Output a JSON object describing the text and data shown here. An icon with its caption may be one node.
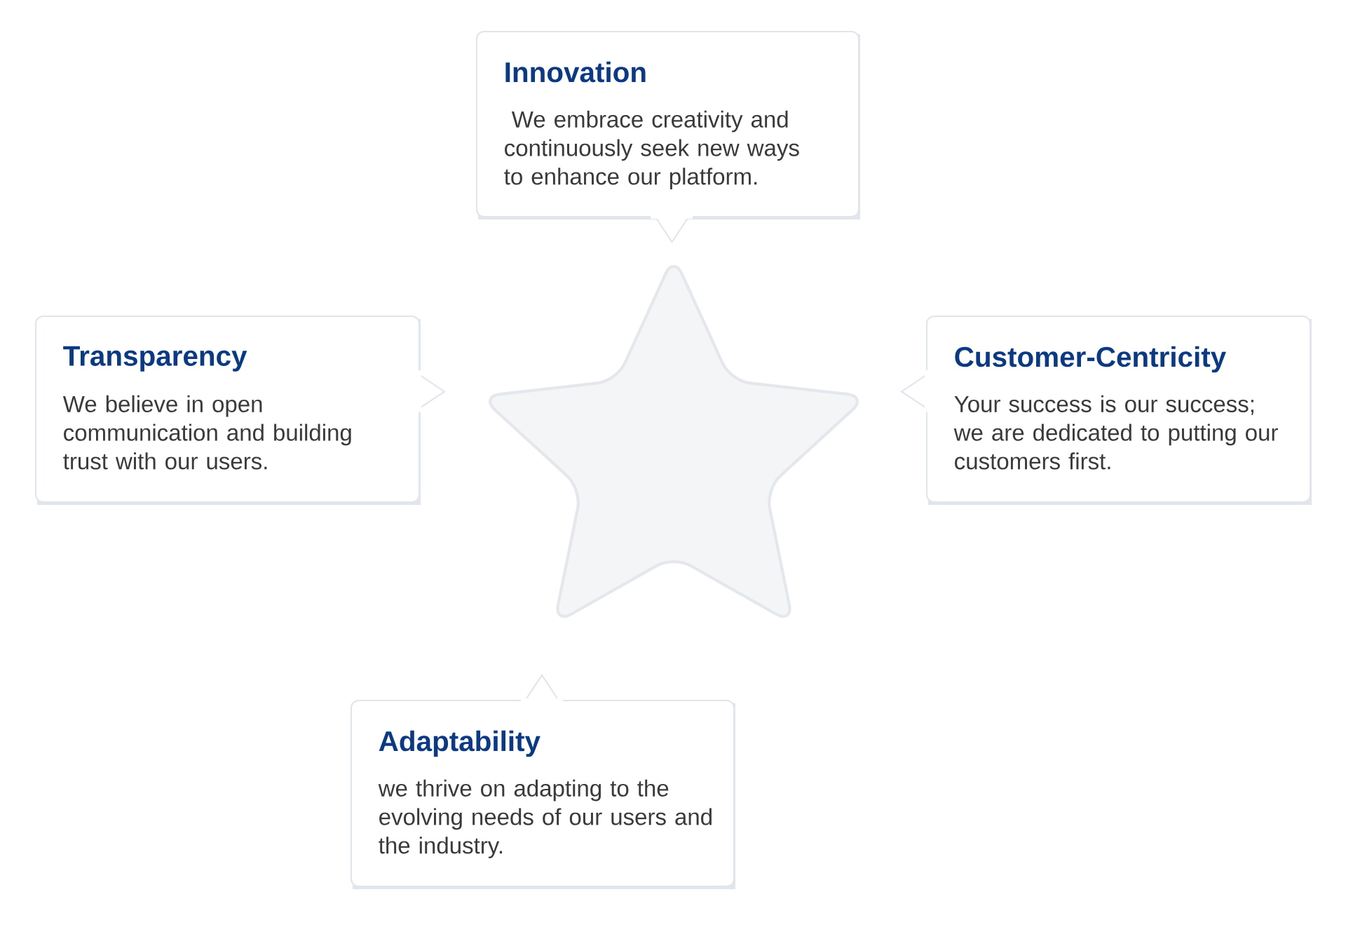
{
  "diagram": {
    "nodes": [
      {
        "text": [],
        "shape": "star"
      },
      {
        "text": [
          "Innovation",
          " We embrace creativity and continuously seek new ways to enhance our platform."
        ]
      },
      {
        "text": [
          "Transparency",
          "We believe in open communication and building trust with our users."
        ]
      },
      {
        "text": [
          "Customer-Centricity",
          "Your success is our success; we are dedicated to putting our customers first."
        ]
      },
      {
        "text": [
          "Adaptability",
          "we thrive on adapting to the evolving needs of our users and the industry."
        ]
      }
    ]
  }
}
